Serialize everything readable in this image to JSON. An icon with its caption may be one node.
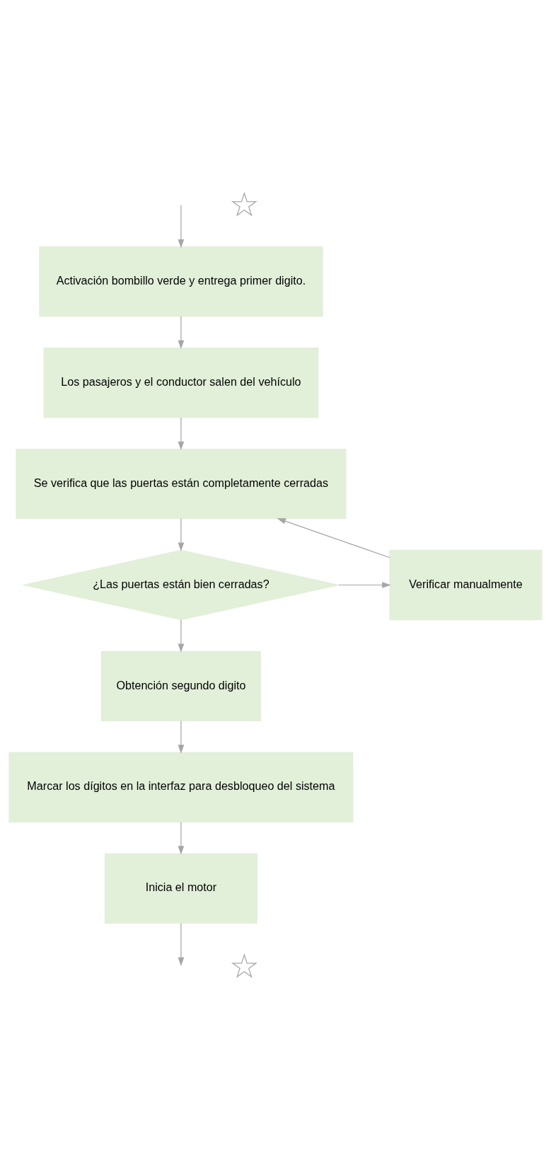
{
  "diagram": {
    "nodes": [
      {
        "text": [
          "Activación bombillo verde y entrega primer digito."
        ]
      },
      {
        "text": [
          "Los pasajeros y el conductor salen del vehículo"
        ]
      },
      {
        "text": [
          "Se verifica que las puertas están completamente cerradas"
        ]
      },
      {
        "text": [
          "¿Las puertas están bien cerradas?"
        ]
      },
      {
        "text": [
          "Verificar manualmente"
        ]
      },
      {
        "text": [
          "Obtención segundo digito"
        ]
      },
      {
        "text": [
          "Marcar los dígitos en la interfaz para desbloqueo del sistema"
        ]
      },
      {
        "text": [
          "Inicia el motor"
        ]
      },
      {
        "text": [],
        "shape": "star"
      },
      {
        "text": [],
        "shape": "star"
      }
    ],
    "edges": [
      {
        "from": null,
        "to": 0,
        "arrow": "to"
      },
      {
        "from": 0,
        "to": 1,
        "arrow": "to"
      },
      {
        "from": 1,
        "to": 2,
        "arrow": "to"
      },
      {
        "from": 2,
        "to": 3,
        "arrow": "to"
      },
      {
        "from": 3,
        "to": 4,
        "arrow": "to"
      },
      {
        "from": 4,
        "to": 2,
        "arrow": "to"
      },
      {
        "from": 3,
        "to": 5,
        "arrow": "to"
      },
      {
        "from": 5,
        "to": 6,
        "arrow": "to"
      },
      {
        "from": 6,
        "to": 7,
        "arrow": "to"
      },
      {
        "from": 7,
        "to": null,
        "arrow": "to"
      }
    ]
  }
}
